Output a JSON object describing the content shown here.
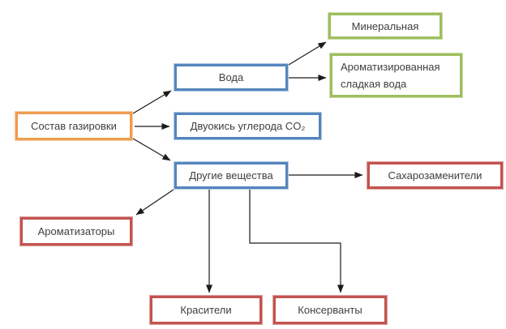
{
  "diagram": {
    "title": "Состав газировки",
    "nodes": {
      "root": {
        "label": "Состав газировки",
        "border_color": "#F09C4E"
      },
      "water": {
        "label": "Вода",
        "border_color": "#5585BD"
      },
      "co2": {
        "label": "Двуокись углерода CO₂",
        "border_color": "#5585BD"
      },
      "other": {
        "label": "Другие вещества",
        "border_color": "#5585BD"
      },
      "mineral": {
        "label": "Минеральная",
        "border_color": "#9FBD5F"
      },
      "sweet_water": {
        "label": "Ароматизированная сладкая вода",
        "border_color": "#9FBD5F"
      },
      "sweeteners": {
        "label": "Сахарозаменители",
        "border_color": "#C2534F"
      },
      "flavorings": {
        "label": "Ароматизаторы",
        "border_color": "#C2534F"
      },
      "dyes": {
        "label": "Красители",
        "border_color": "#C2534F"
      },
      "preservatives": {
        "label": "Консерванты",
        "border_color": "#C2534F"
      }
    },
    "edges": [
      {
        "from": "Состав газировки",
        "to": "Вода"
      },
      {
        "from": "Состав газировки",
        "to": "Двуокись углерода CO₂"
      },
      {
        "from": "Состав газировки",
        "to": "Другие вещества"
      },
      {
        "from": "Вода",
        "to": "Минеральная"
      },
      {
        "from": "Вода",
        "to": "Ароматизированная сладкая вода"
      },
      {
        "from": "Другие вещества",
        "to": "Сахарозаменители"
      },
      {
        "from": "Другие вещества",
        "to": "Ароматизаторы"
      },
      {
        "from": "Другие вещества",
        "to": "Красители"
      },
      {
        "from": "Другие вещества",
        "to": "Консерванты"
      }
    ],
    "colors": {
      "root_border": "#F09C4E",
      "component_border": "#5585BD",
      "water_type_border": "#9FBD5F",
      "substance_border": "#C2534F",
      "connector": "#1A1A1A",
      "background": "#FFFFFF",
      "text": "#3F3F3F"
    }
  }
}
